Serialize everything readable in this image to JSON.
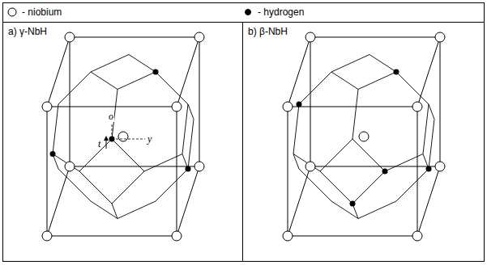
{
  "diagram": {
    "nodes": [
      {
        "text": [
          "a) γ-NbH"
        ]
      },
      {
        "text": [
          "b) β-NbH"
        ]
      }
    ],
    "labels": [
      "o",
      "t",
      "y"
    ],
    "legend": [
      {
        "text": "- niobium"
      },
      {
        "text": "- hydrogen"
      }
    ]
  }
}
